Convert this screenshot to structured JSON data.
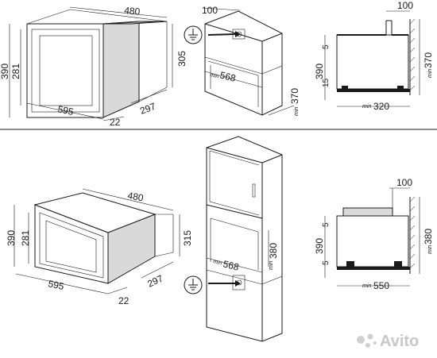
{
  "top": {
    "oven": {
      "w": "595",
      "h": "390",
      "d": "480",
      "front_inner": "281",
      "body_h": "305",
      "depth_side": "297",
      "front_th": "22"
    },
    "niche": {
      "top_gap": "100",
      "width_min": "568",
      "min_label": "min",
      "depth_min": "370",
      "depth_min_label": "min"
    },
    "section": {
      "top": "100",
      "h": "390",
      "a": "5",
      "b": "15",
      "depth": "370",
      "depth_label": "min",
      "width": "320",
      "width_label": "min"
    }
  },
  "bottom": {
    "oven": {
      "w": "595",
      "h": "390",
      "d": "480",
      "front_inner": "281",
      "body_h": "315",
      "depth_side": "297",
      "front_th": "22"
    },
    "column": {
      "width_min": "568",
      "min_label": "min",
      "depth_min": "380",
      "depth_min_label": "min"
    },
    "section": {
      "top": "100",
      "h": "390",
      "a": "5",
      "b": "5",
      "depth": "380",
      "depth_label": "min",
      "width": "550",
      "width_label": "min"
    }
  },
  "watermark": "Avito",
  "icons": [
    "ground-symbol-icon",
    "ground-symbol-icon",
    "avito-logo-icon"
  ]
}
